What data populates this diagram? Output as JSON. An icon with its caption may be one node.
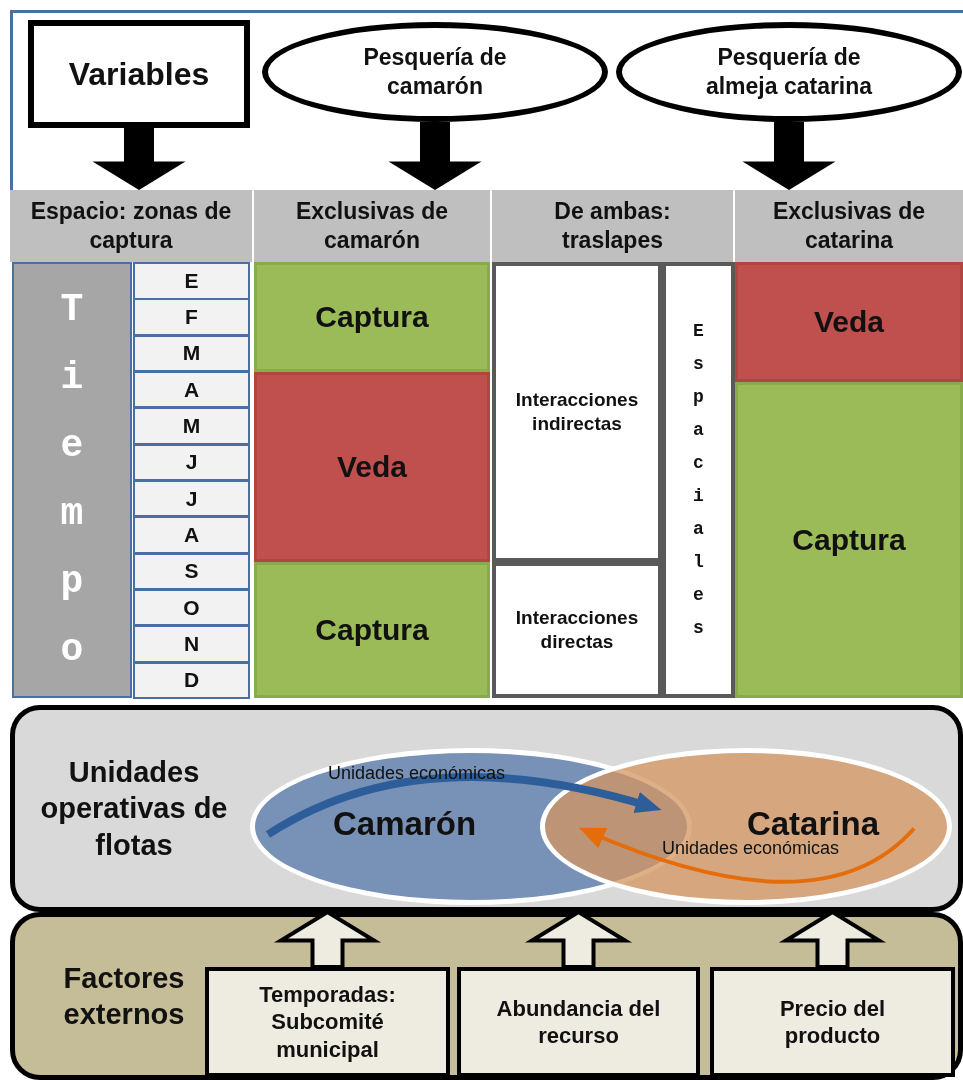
{
  "diagram": {
    "nodes": [
      {
        "text": [
          "Variables"
        ]
      },
      {
        "text": [
          "Pesquería de camarón"
        ]
      },
      {
        "text": [
          "Pesquería de almeja catarina"
        ]
      },
      {
        "text": [
          "Espacio: zonas de captura"
        ]
      },
      {
        "text": [
          "Exclusivas de camarón"
        ]
      },
      {
        "text": [
          "De ambas: traslapes"
        ]
      },
      {
        "text": [
          "Exclusivas de catarina"
        ]
      },
      {
        "text": [
          "Tiempo"
        ]
      },
      {
        "text": [
          "E"
        ]
      },
      {
        "text": [
          "F"
        ]
      },
      {
        "text": [
          "M"
        ]
      },
      {
        "text": [
          "A"
        ]
      },
      {
        "text": [
          "M"
        ]
      },
      {
        "text": [
          "J"
        ]
      },
      {
        "text": [
          "J"
        ]
      },
      {
        "text": [
          "A"
        ]
      },
      {
        "text": [
          "S"
        ]
      },
      {
        "text": [
          "O"
        ]
      },
      {
        "text": [
          "N"
        ]
      },
      {
        "text": [
          "D"
        ]
      },
      {
        "text": [
          "Captura"
        ]
      },
      {
        "text": [
          "Veda"
        ]
      },
      {
        "text": [
          "Captura"
        ]
      },
      {
        "text": [
          "Interacciones indirectas"
        ]
      },
      {
        "text": [
          "Interacciones directas"
        ]
      },
      {
        "text": [
          "Espaciales"
        ]
      },
      {
        "text": [
          "Veda"
        ]
      },
      {
        "text": [
          "Captura"
        ]
      },
      {
        "text": [
          "Unidades operativas de flotas"
        ]
      },
      {
        "text": [
          "Camarón"
        ],
        "in": 28
      },
      {
        "text": [
          "Catarina"
        ],
        "in": 28
      },
      {
        "text": [
          "Factores externos"
        ]
      },
      {
        "text": [
          "Temporadas: Subcomité municipal"
        ],
        "in": 31
      },
      {
        "text": [
          "Abundancia del recurso"
        ],
        "in": 31
      },
      {
        "text": [
          "Precio del producto"
        ],
        "in": 31
      }
    ],
    "edges": [
      {
        "from": 0,
        "to": 3,
        "arrow": "to",
        "style": "thick"
      },
      {
        "from": 1,
        "to": 4,
        "arrow": "to",
        "style": "thick"
      },
      {
        "from": 2,
        "to": 6,
        "arrow": "to",
        "style": "thick"
      },
      {
        "from": 32,
        "to": 28,
        "arrow": "to",
        "style": "thick"
      },
      {
        "from": 33,
        "to": 28,
        "arrow": "to",
        "style": "thick"
      },
      {
        "from": 34,
        "to": 28,
        "arrow": "to",
        "style": "thick"
      },
      {
        "from": 29,
        "to": 30,
        "arrow": "to",
        "label": "Unidades económicas",
        "style": "thick",
        "color": "#2e5e9a"
      },
      {
        "from": 30,
        "to": 29,
        "arrow": "to",
        "label": "Unidades económicas",
        "color": "#e46c0a"
      }
    ]
  }
}
